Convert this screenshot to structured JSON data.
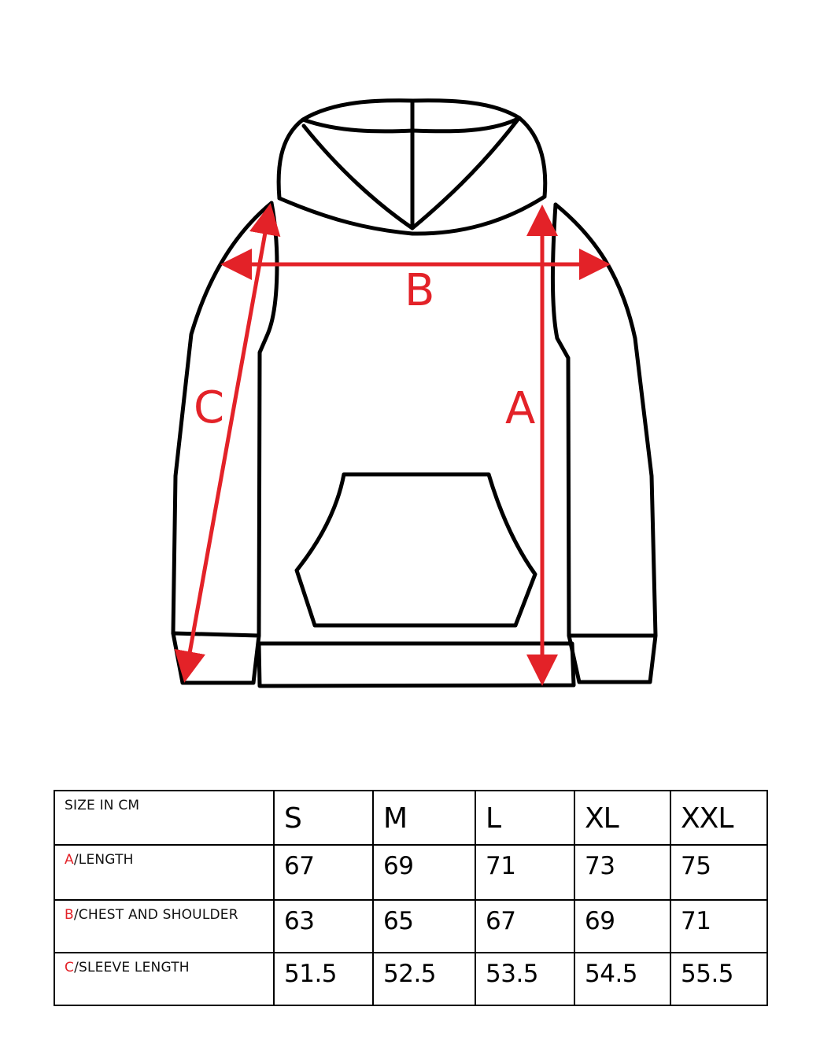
{
  "diagram": {
    "labels": {
      "a": "A",
      "b": "B",
      "c": "C"
    },
    "colors": {
      "outline": "#000000",
      "measure": "#e32228"
    }
  },
  "table": {
    "corner": "SIZE IN CM",
    "sizes": [
      "S",
      "M",
      "L",
      "XL",
      "XXL"
    ],
    "rows": [
      {
        "letter": "A",
        "label": "/LENGTH",
        "values": [
          "67",
          "69",
          "71",
          "73",
          "75"
        ]
      },
      {
        "letter": "B",
        "label": "/CHEST AND SHOULDER",
        "values": [
          "63",
          "65",
          "67",
          "69",
          "71"
        ]
      },
      {
        "letter": "C",
        "label": "/SLEEVE LENGTH",
        "values": [
          "51.5",
          "52.5",
          "53.5",
          "54.5",
          "55.5"
        ]
      }
    ]
  }
}
